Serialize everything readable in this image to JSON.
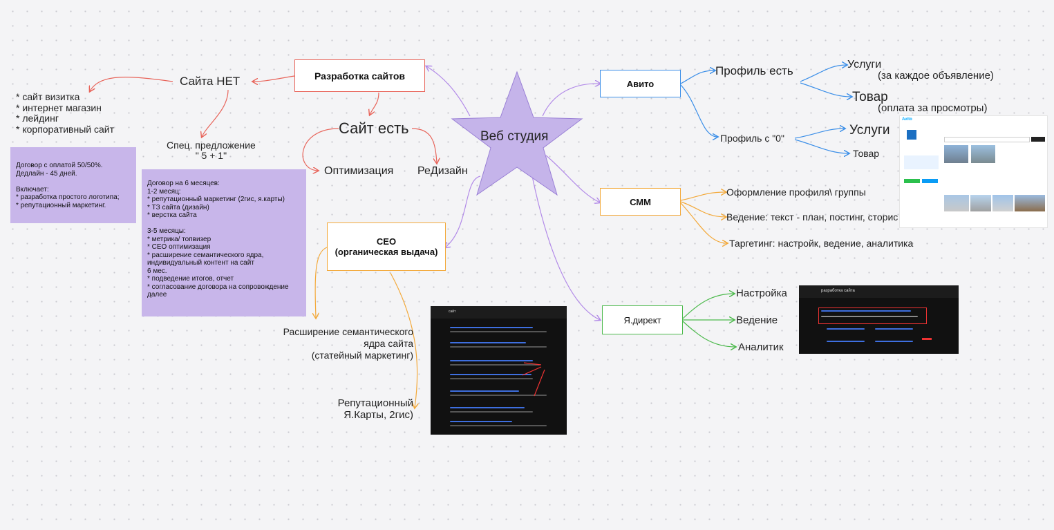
{
  "center": {
    "label": "Веб студия"
  },
  "nodes": {
    "dev_sites": "Разработка сайтов",
    "avito": "Авито",
    "smm": "СММ",
    "seo": "СЕО\n(органическая выдача)",
    "ydirect": "Я.директ"
  },
  "dev": {
    "no_site": "Сайта НЕТ",
    "site_types": "* сайт визитка\n* интернет магазин\n* лейдинг\n* корпоративный сайт",
    "special_offer": "Спец. предложение\n\" 5 + 1\"",
    "has_site": "Сайт есть",
    "optimization": "Оптимизация",
    "redesign": "РеДизайн",
    "note_contract_50": "Договор с оплатой 50/50%.\nДедлайн - 45 дней.\n\nВключает:\n* разработка простого логотипа;\n* репутационный маркетинг.",
    "note_contract_6m": "Договор на 6 месяцев:\n1-2 месяц:\n* репутационный маркетинг (2гис, я.карты)\n* ТЗ сайта (дизайн)\n* верстка сайта\n\n3-5 месяцы:\n* метрика/ топвизер\n* СЕО оптимизация\n* расширение семантического ядра, индивидуальный контент на сайт\n6 мес.\n* подведение итогов, отчет\n* согласование договора на сопровождение далее"
  },
  "seo_branch": {
    "semantic": "Расширение семантического\nядра сайта\n(статейный маркетинг)",
    "reputation": "Репутационный\nЯ.Карты, 2гис)"
  },
  "avito_branch": {
    "profile_exists": "Профиль есть",
    "services_1": "Услуги",
    "services_1_note": "(за каждое объявление)",
    "goods_1": "Товар",
    "goods_1_note": "(оплата за просмотры)",
    "profile_zero": "Профиль с \"0\"",
    "services_2": "Услуги",
    "goods_2": "Товар"
  },
  "smm_branch": {
    "design": "Оформление профиля\\ группы",
    "running": "Ведение: текст - план, постинг, сторис",
    "targeting": "Таргетинг: настройк, ведение, аналитика"
  },
  "direct_branch": {
    "setup": "Настройка",
    "running": "Ведение",
    "analytics": "Аналитик"
  },
  "screenshots": {
    "search_query_1": "сайт",
    "search_query_2": "разработка сайта",
    "avito_logo": "Avito"
  },
  "colors": {
    "red": "#e8645a",
    "purple": "#b28ae8",
    "blue": "#3a8ee8",
    "orange": "#f3a93a",
    "green": "#4bb94b",
    "star": "#c5b4ea"
  }
}
